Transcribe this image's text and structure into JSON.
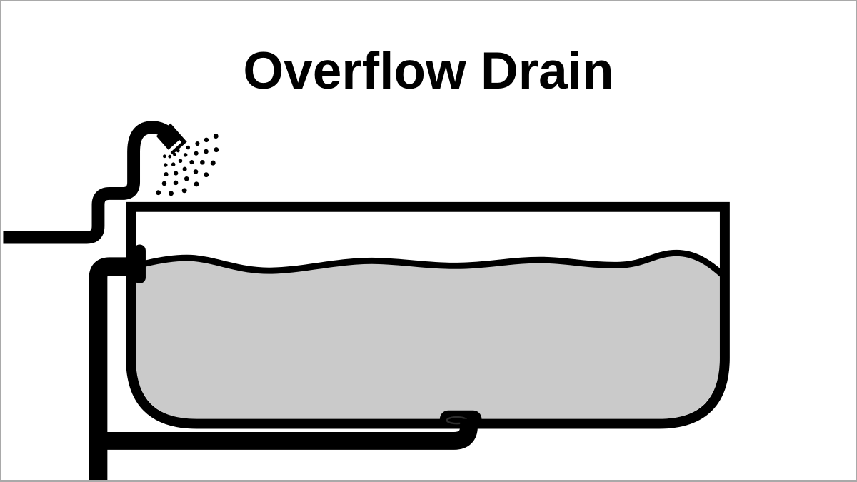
{
  "title": "Overflow Drain",
  "colors": {
    "ink": "#000000",
    "water": "#cacaca",
    "background": "#ffffff",
    "frame": "#a9a9a9"
  },
  "diagram": {
    "type": "plumbing-schematic",
    "components": [
      "shower-head-icon",
      "shower-spray-icon",
      "water-supply-pipe",
      "bathtub",
      "water-fill",
      "overflow-drain-fitting",
      "overflow-drain-pipe",
      "main-drain-fitting",
      "main-drain-pipe"
    ]
  }
}
